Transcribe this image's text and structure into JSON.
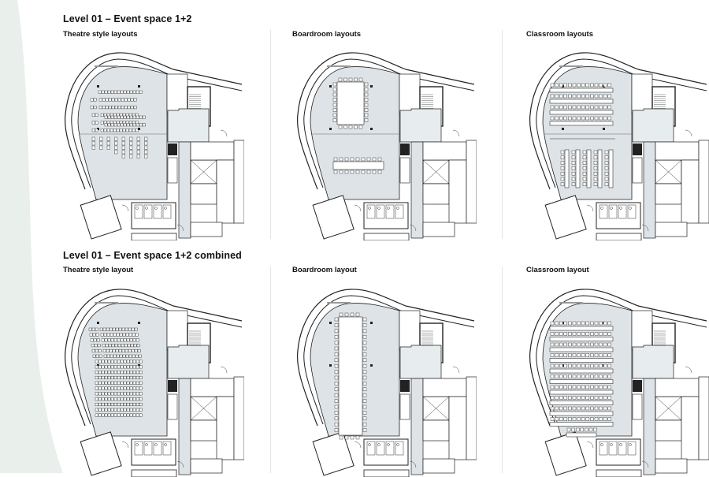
{
  "sections": [
    {
      "title": "Level 01 – Event space 1+2",
      "layouts": [
        {
          "label": "Theatre style layouts",
          "type": "theatre-split"
        },
        {
          "label": "Boardroom layouts",
          "type": "boardroom-split"
        },
        {
          "label": "Classroom layouts",
          "type": "classroom-split"
        }
      ]
    },
    {
      "title": "Level 01 – Event space 1+2 combined",
      "layouts": [
        {
          "label": "Theatre style layout",
          "type": "theatre-combined"
        },
        {
          "label": "Boardroom layout",
          "type": "boardroom-combined"
        },
        {
          "label": "Classroom layout",
          "type": "classroom-combined"
        }
      ]
    }
  ],
  "colors": {
    "hall_fill": "#dde3e6",
    "wall": "#222222",
    "background_curve": "#e9efea"
  }
}
